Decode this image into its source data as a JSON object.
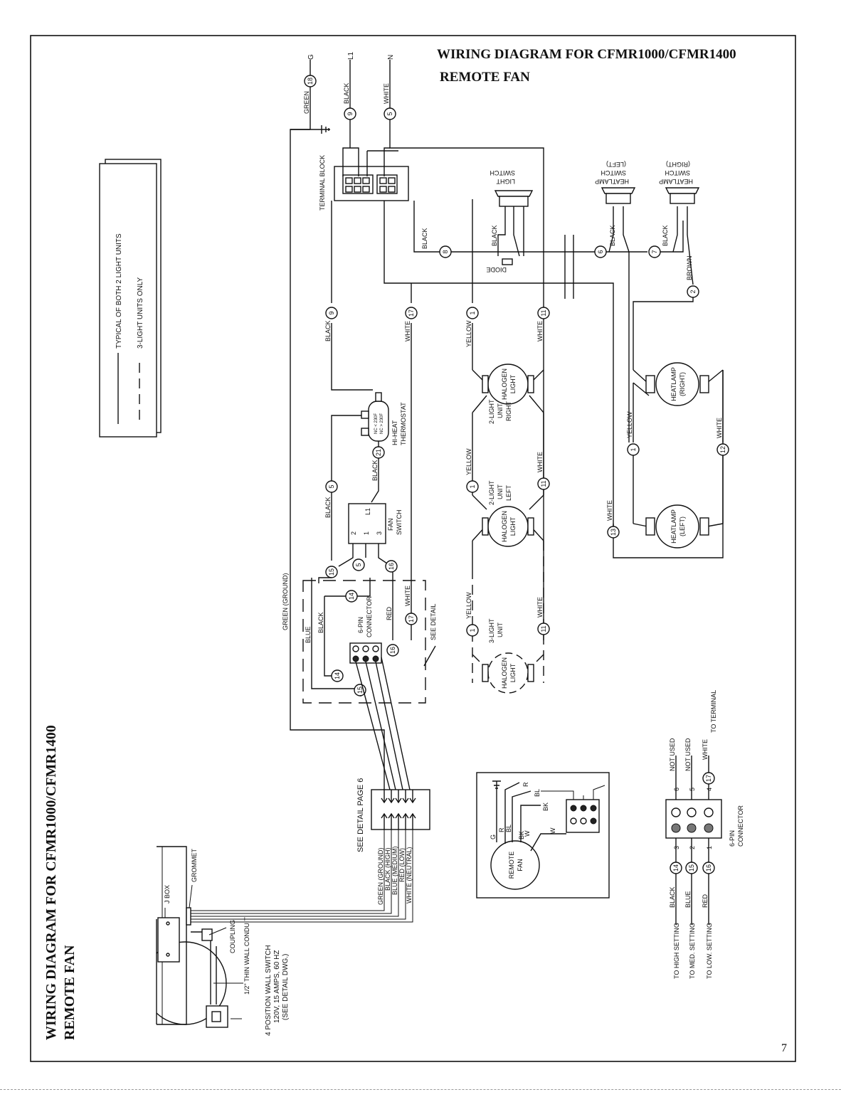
{
  "page": {
    "title_line1": "WIRING DIAGRAM FOR CFMR1000/CFMR1400",
    "title_line2": "REMOTE FAN",
    "page_number": "7"
  },
  "legend": {
    "solid": "TYPICAL OF BOTH 2 LIGHT UNITS",
    "dashed": "3-LIGHT UNITS ONLY"
  },
  "supply": {
    "g": "G",
    "l1": "L1",
    "n": "N",
    "green": "GREEN",
    "black": "BLACK",
    "white": "WHITE",
    "n18": "18",
    "n9": "9",
    "n5": "5"
  },
  "labels": {
    "terminal_block": "TERMINAL BLOCK",
    "light_switch": [
      "LIGHT",
      "SWITCH"
    ],
    "heatlamp_left": [
      "HEATLAMP",
      "SWITCH",
      "(LEFT)"
    ],
    "heatlamp_right": [
      "HEATLAMP",
      "SWITCH",
      "(RIGHT)"
    ],
    "diode": "DIODE",
    "hi_heat": [
      "HI-HEAT",
      "THERMOSTAT"
    ],
    "nc1": "NC < 230F",
    "nc2": "NC > 230F",
    "fan_switch": [
      "FAN",
      "SWITCH"
    ],
    "six_pin": [
      "6-PIN",
      "CONNECTOR"
    ],
    "see_detail": "SEE DETAIL",
    "see_detail_page6": "SEE DETAIL PAGE 6",
    "green_ground": "GREEN (GROUND)",
    "halogen": [
      "HALOGEN",
      "LIGHT"
    ],
    "two_light_right": [
      "2-LIGHT",
      "UNIT",
      "RIGHT"
    ],
    "two_light_left": [
      "2-LIGHT",
      "UNIT",
      "LEFT"
    ],
    "three_light": [
      "3-LIGHT",
      "UNIT"
    ],
    "heatlamp_r": [
      "HEATLAMP",
      "(RIGHT)"
    ],
    "heatlamp_l": [
      "HEATLAMP",
      "(LEFT)"
    ],
    "brown": "BROWN",
    "yellow": "YELLOW",
    "white": "WHITE",
    "black": "BLACK",
    "blue": "BLUE",
    "red": "RED",
    "l1": "L1",
    "remote_fan": [
      "REMOTE",
      "FAN"
    ],
    "fan_wires": [
      "G",
      "R",
      "BL",
      "BK",
      "W"
    ],
    "grommet": "GROMMET",
    "jbox": "J BOX",
    "coupling": "COUPLING",
    "conduit": "1/2\" THIN WALL CONDUIT",
    "wall_switch": [
      "4 POSITION WALL SWITCH",
      "120V, 15 AMPS, 60 HZ",
      "(SEE DETAIL DWG.)"
    ],
    "cable": [
      "GREEN (GROUND)",
      "BLACK (HIGH)",
      "BLUE (MEDIUM)",
      "RED (LOW)",
      "WHITE (NEUTRAL)"
    ]
  },
  "connector_detail": {
    "rows": [
      {
        "setting": "TO HIGH SETTING",
        "color": "BLACK",
        "num": "14",
        "pin": "3"
      },
      {
        "setting": "TO MED. SETTING",
        "color": "BLUE",
        "num": "15",
        "pin": "2"
      },
      {
        "setting": "TO LOW. SETTING",
        "color": "RED",
        "num": "16",
        "pin": "1"
      }
    ],
    "top_rows": [
      {
        "pin": "6",
        "text": "NOT USED"
      },
      {
        "pin": "5",
        "text": "NOT USED"
      },
      {
        "pin": "4",
        "color": "WHITE",
        "num": "17",
        "text": "TO TERMINAL"
      }
    ],
    "caption": [
      "6-PIN",
      "CONNECTOR"
    ]
  }
}
